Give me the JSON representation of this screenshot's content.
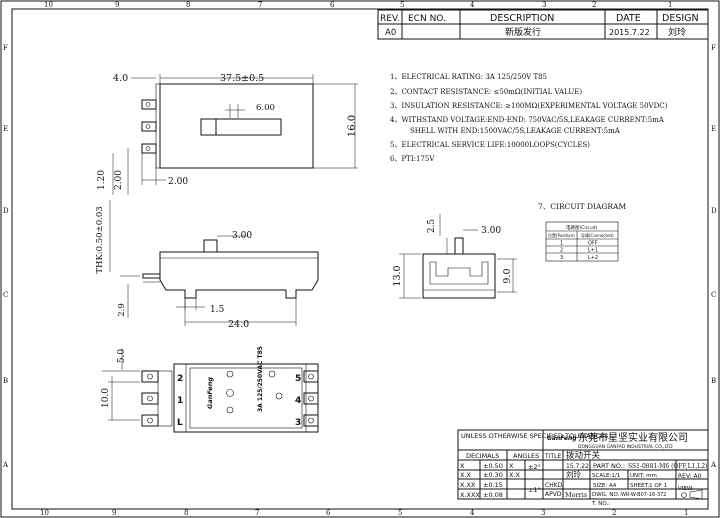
{
  "border": {
    "top_numbers": [
      "10",
      "9",
      "8",
      "7",
      "6",
      "5",
      "4",
      "3",
      "2",
      "1"
    ],
    "bottom_numbers": [
      "10",
      "9",
      "8",
      "7",
      "6",
      "5",
      "4",
      "3",
      "2",
      "1"
    ],
    "side_letters": [
      "F",
      "E",
      "D",
      "C",
      "B",
      "A"
    ]
  },
  "revision": {
    "headers": {
      "rev": "REV.",
      "ecn": "ECN NO.",
      "description": "DESCRIPTION",
      "date": "DATE",
      "design": "DESIGN"
    },
    "row": {
      "rev": "A0",
      "ecn": "",
      "description": "新版发行",
      "date": "2015.7.22",
      "design": "刘玲"
    }
  },
  "specs": {
    "items": [
      "1、ELECTRICAL RATING: 3A 125/250V T85",
      "2、CONTACT RESISTANCE: ≤50mΩ(INITIAL VALUE)",
      "3、INSULATION RESISTANCE: ≥100MΩ(EXPERIMENTAL VOLTAGE 50VDC)",
      "4、WITHSTAND VOLTAGE:END-END: 750VAC/5S,LEAKAGE CURRENT:5mA",
      "SHELL WITH END:1500VAC/5S,LEAKAGE CURRENT:5mA",
      "5、ELECTRICAL SERVICE LIFE:10000LOOPS(CYCLES)",
      "6、PTI:175V"
    ]
  },
  "circuit": {
    "title": "7、CIRCUIT DIAGRAM",
    "header_top": "电路图(Circuit)",
    "col_headers": [
      "位置(Position)",
      "导通(Connected)"
    ],
    "rows": [
      [
        "1",
        "OFF"
      ],
      [
        "2",
        "L+1"
      ],
      [
        "3",
        "L+2"
      ]
    ]
  },
  "dimensions": {
    "top_view": {
      "left": "4.0",
      "length": "37.5±0.5",
      "slot": "6.00",
      "height": "16.0",
      "left_v1": "1.20",
      "left_v2": "2.00",
      "bottom_h": "2.00"
    },
    "front_view": {
      "thk": "THK:0.50±0.03",
      "lever": "3.00",
      "pin": "2.9",
      "pitch": "1.5",
      "width": "24.0"
    },
    "side_view": {
      "top": "2.5",
      "lever": "3.00",
      "height": "13.0",
      "inner": "9.0"
    },
    "bottom_view": {
      "v1": "5.0",
      "v2": "10.0",
      "pins_left": [
        "2",
        "1",
        "L"
      ],
      "pins_right": [
        "5",
        "4",
        "3"
      ],
      "marking": "3A 125/250VAC T85",
      "brand": "GanFeng"
    }
  },
  "title_block": {
    "tolerance_title": "UNLESS OTHERWISE SPECIFIED TOLERANCES",
    "decimals": "DECIMALS",
    "angles": "ANGLES",
    "tol_rows": [
      [
        "X",
        "±0.50"
      ],
      [
        "X.X",
        "±0.30"
      ],
      [
        "X.XX",
        "±0.15"
      ],
      [
        "X.XXX",
        "±0.08"
      ]
    ],
    "angle_rows": [
      [
        "X",
        "±2°"
      ],
      [
        "X.X",
        "±1°"
      ]
    ],
    "company_cn": "东莞市星坚实业有限公司",
    "company_en": "DONGGUAN GANFAO INDUSTRIAL CO.,LTD",
    "title_label": "TITLE",
    "title_value": "拨动开关",
    "date_value": "15.7.22",
    "part_label": "PART NO.:",
    "part_value": "SS1-0881-M6 (OFF,L1,L2)",
    "rev_label": "REV: A0",
    "drwn_label": "",
    "drwn_value": "刘玲",
    "scale": "SCALE:1/1",
    "unit": "UNIT: mm",
    "chkd_label": "CHKD",
    "size": "SIZE: A4",
    "sheet": "SHEET:1 OF 1",
    "view_label": "VIEW:",
    "apvd_label": "APVD",
    "apvd_value": "Morris",
    "dwg_label": "DWG. NO.:",
    "dwg_value": "WR-W-B07-16-372",
    "tno_label": "T. NO.:"
  }
}
